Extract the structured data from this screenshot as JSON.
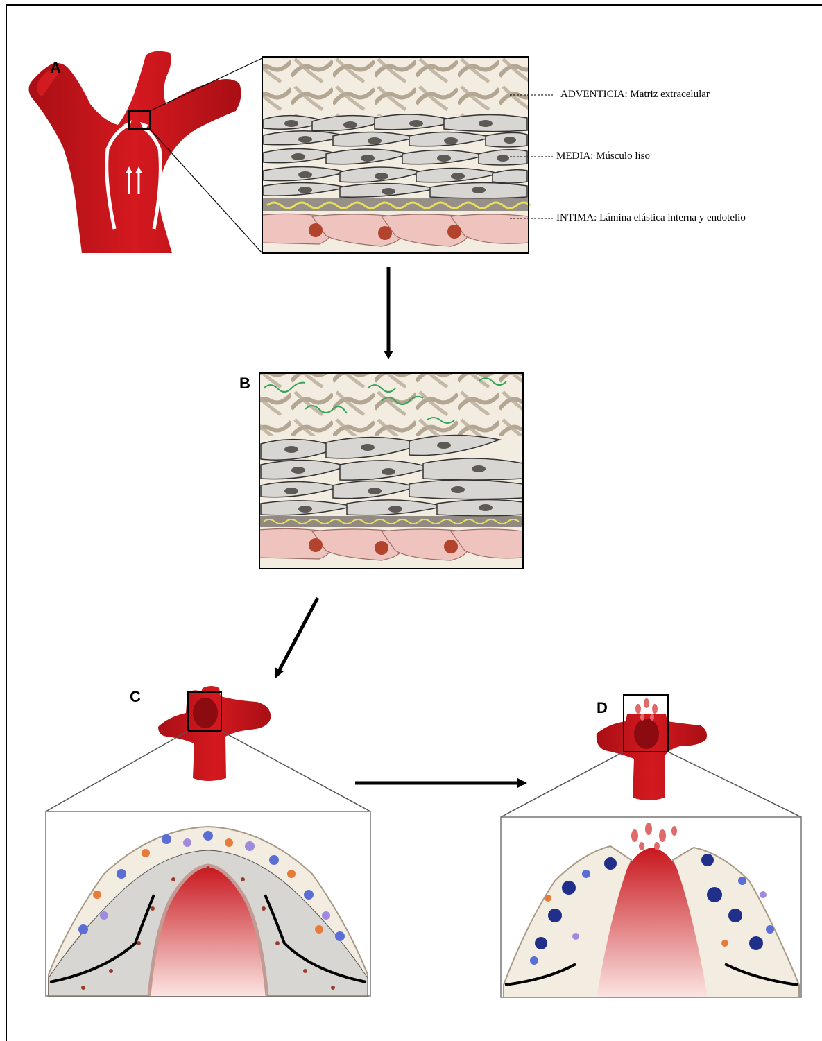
{
  "figure": {
    "panels": {
      "a": "A",
      "b": "B",
      "c": "C",
      "d": "D"
    },
    "layers": {
      "adventitia": "ADVENTICIA: Matriz extracelular",
      "media": "MEDIA: Músculo liso",
      "intima": "INTIMA: Lámina elástica interna y endotelio"
    },
    "colors": {
      "vessel": "#c8161d",
      "vessel_dark": "#9e0f14",
      "matrix_bg": "#f3ece0",
      "fiber": "#a89a86",
      "smooth_muscle": "#d8d6d2",
      "nucleus": "#5d5a55",
      "elastic": "#e8e05a",
      "endothelium": "#efc3be",
      "endo_nucleus": "#b2442e",
      "collagen_green": "#3aa35a"
    }
  }
}
